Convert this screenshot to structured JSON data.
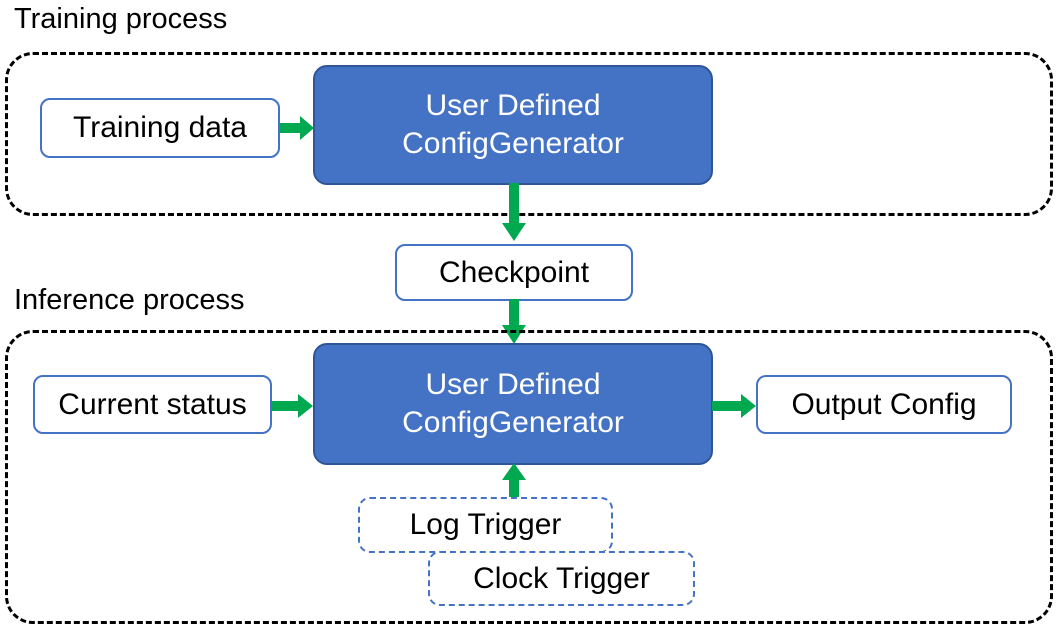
{
  "diagram": {
    "title_training": "Training process",
    "title_inference": "Inference process",
    "colors": {
      "process_fill": "#4472C4",
      "process_border": "#2E5597",
      "node_border": "#4472C4",
      "arrow": "#00A94F",
      "container_border": "#000000",
      "text_dark": "#000000",
      "text_light": "#FFFFFF"
    },
    "nodes": {
      "training_data": "Training data",
      "generator_training_line1": "User Defined",
      "generator_training_line2": "ConfigGenerator",
      "checkpoint": "Checkpoint",
      "current_status": "Current status",
      "generator_inference_line1": "User Defined",
      "generator_inference_line2": "ConfigGenerator",
      "output_config": "Output Config",
      "log_trigger": "Log Trigger",
      "clock_trigger": "Clock Trigger"
    },
    "edges": [
      {
        "name": "training-data-to-generator",
        "from": "Training data",
        "to": "User Defined ConfigGenerator",
        "direction": "right"
      },
      {
        "name": "generator-to-checkpoint",
        "from": "User Defined ConfigGenerator",
        "to": "Checkpoint",
        "direction": "down"
      },
      {
        "name": "checkpoint-to-generator",
        "from": "Checkpoint",
        "to": "User Defined ConfigGenerator",
        "direction": "down"
      },
      {
        "name": "status-to-generator",
        "from": "Current status",
        "to": "User Defined ConfigGenerator",
        "direction": "right"
      },
      {
        "name": "generator-to-output",
        "from": "User Defined ConfigGenerator",
        "to": "Output Config",
        "direction": "right"
      },
      {
        "name": "trigger-to-generator",
        "from": "Log Trigger / Clock Trigger",
        "to": "User Defined ConfigGenerator",
        "direction": "up"
      }
    ]
  }
}
